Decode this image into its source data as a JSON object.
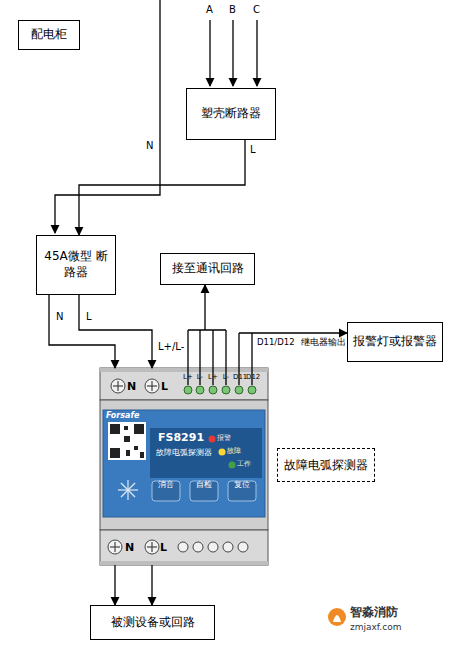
{
  "diagram": {
    "nodes": [
      {
        "text": [
          "配电柜"
        ]
      },
      {
        "text": [
          "塑壳断路器"
        ]
      },
      {
        "text": [
          "45A微型 断路器"
        ]
      },
      {
        "text": [
          "接至通讯回路"
        ]
      },
      {
        "text": [
          "报警灯或报警器"
        ]
      },
      {
        "text": [
          "Forsafe",
          "FS8291",
          "故障电弧探测器",
          "报警",
          "故障",
          "工作",
          "消音",
          "自检",
          "复位",
          "N",
          "L",
          "L+",
          "L-",
          "L+",
          "L-",
          "D11",
          "D12",
          "N",
          "L"
        ]
      },
      {
        "text": [
          "故障电弧探测器"
        ]
      },
      {
        "text": [
          "被测设备或回路"
        ]
      }
    ],
    "edges": [
      {
        "from": 1,
        "to": 2,
        "arrow": "to",
        "label": "L"
      },
      {
        "from": 2,
        "to": 5,
        "arrow": "to",
        "label": "N"
      },
      {
        "from": 2,
        "to": 5,
        "arrow": "to",
        "label": "L"
      },
      {
        "from": 5,
        "to": 3,
        "arrow": "to",
        "label": "L+/L-"
      },
      {
        "from": 5,
        "to": 4,
        "arrow": "to",
        "label": "D11/D12"
      },
      {
        "from": 5,
        "to": 7,
        "arrow": "to"
      },
      {
        "from": 5,
        "to": 7,
        "arrow": "to"
      }
    ],
    "labels": [
      "A",
      "B",
      "C",
      "N",
      "继电器输出",
      "智淼消防",
      "zmjaxf.com"
    ]
  }
}
